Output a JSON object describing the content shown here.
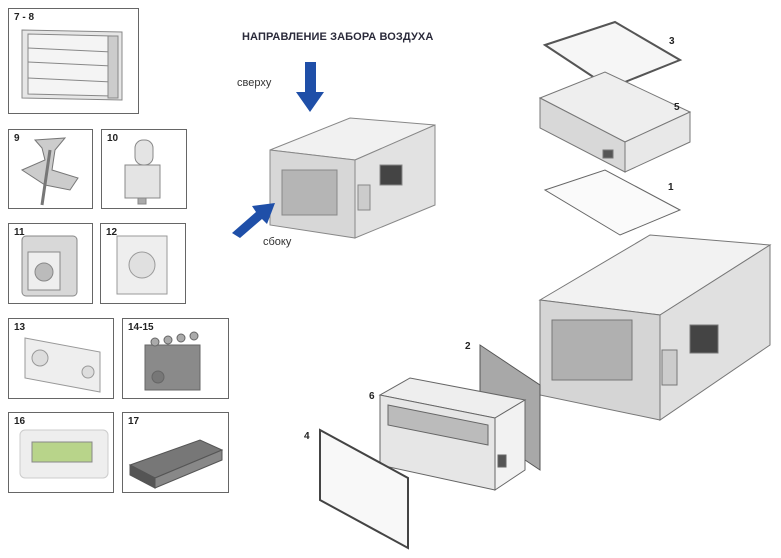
{
  "accessories": [
    {
      "label": "7 - 8",
      "item": "damper-icon"
    },
    {
      "label": "9",
      "item": "manual-actuator-icon"
    },
    {
      "label": "10",
      "item": "electric-actuator-icon"
    },
    {
      "label": "11",
      "item": "regulator-box-icon"
    },
    {
      "label": "12",
      "item": "room-thermostat-icon"
    },
    {
      "label": "13",
      "item": "controller-panel-icon"
    },
    {
      "label": "14-15",
      "item": "terminal-box-icon"
    },
    {
      "label": "16",
      "item": "digital-controller-icon"
    },
    {
      "label": "17",
      "item": "inverter-icon"
    }
  ],
  "intake": {
    "title": "НАПРАВЛЕНИЕ ЗАБОРА ВОЗДУХА",
    "top_label": "сверху",
    "side_label": "сбоку",
    "arrow_color": "#1f4fa8"
  },
  "exploded": {
    "parts": [
      "3",
      "5",
      "1",
      "2",
      "6",
      "4"
    ]
  }
}
